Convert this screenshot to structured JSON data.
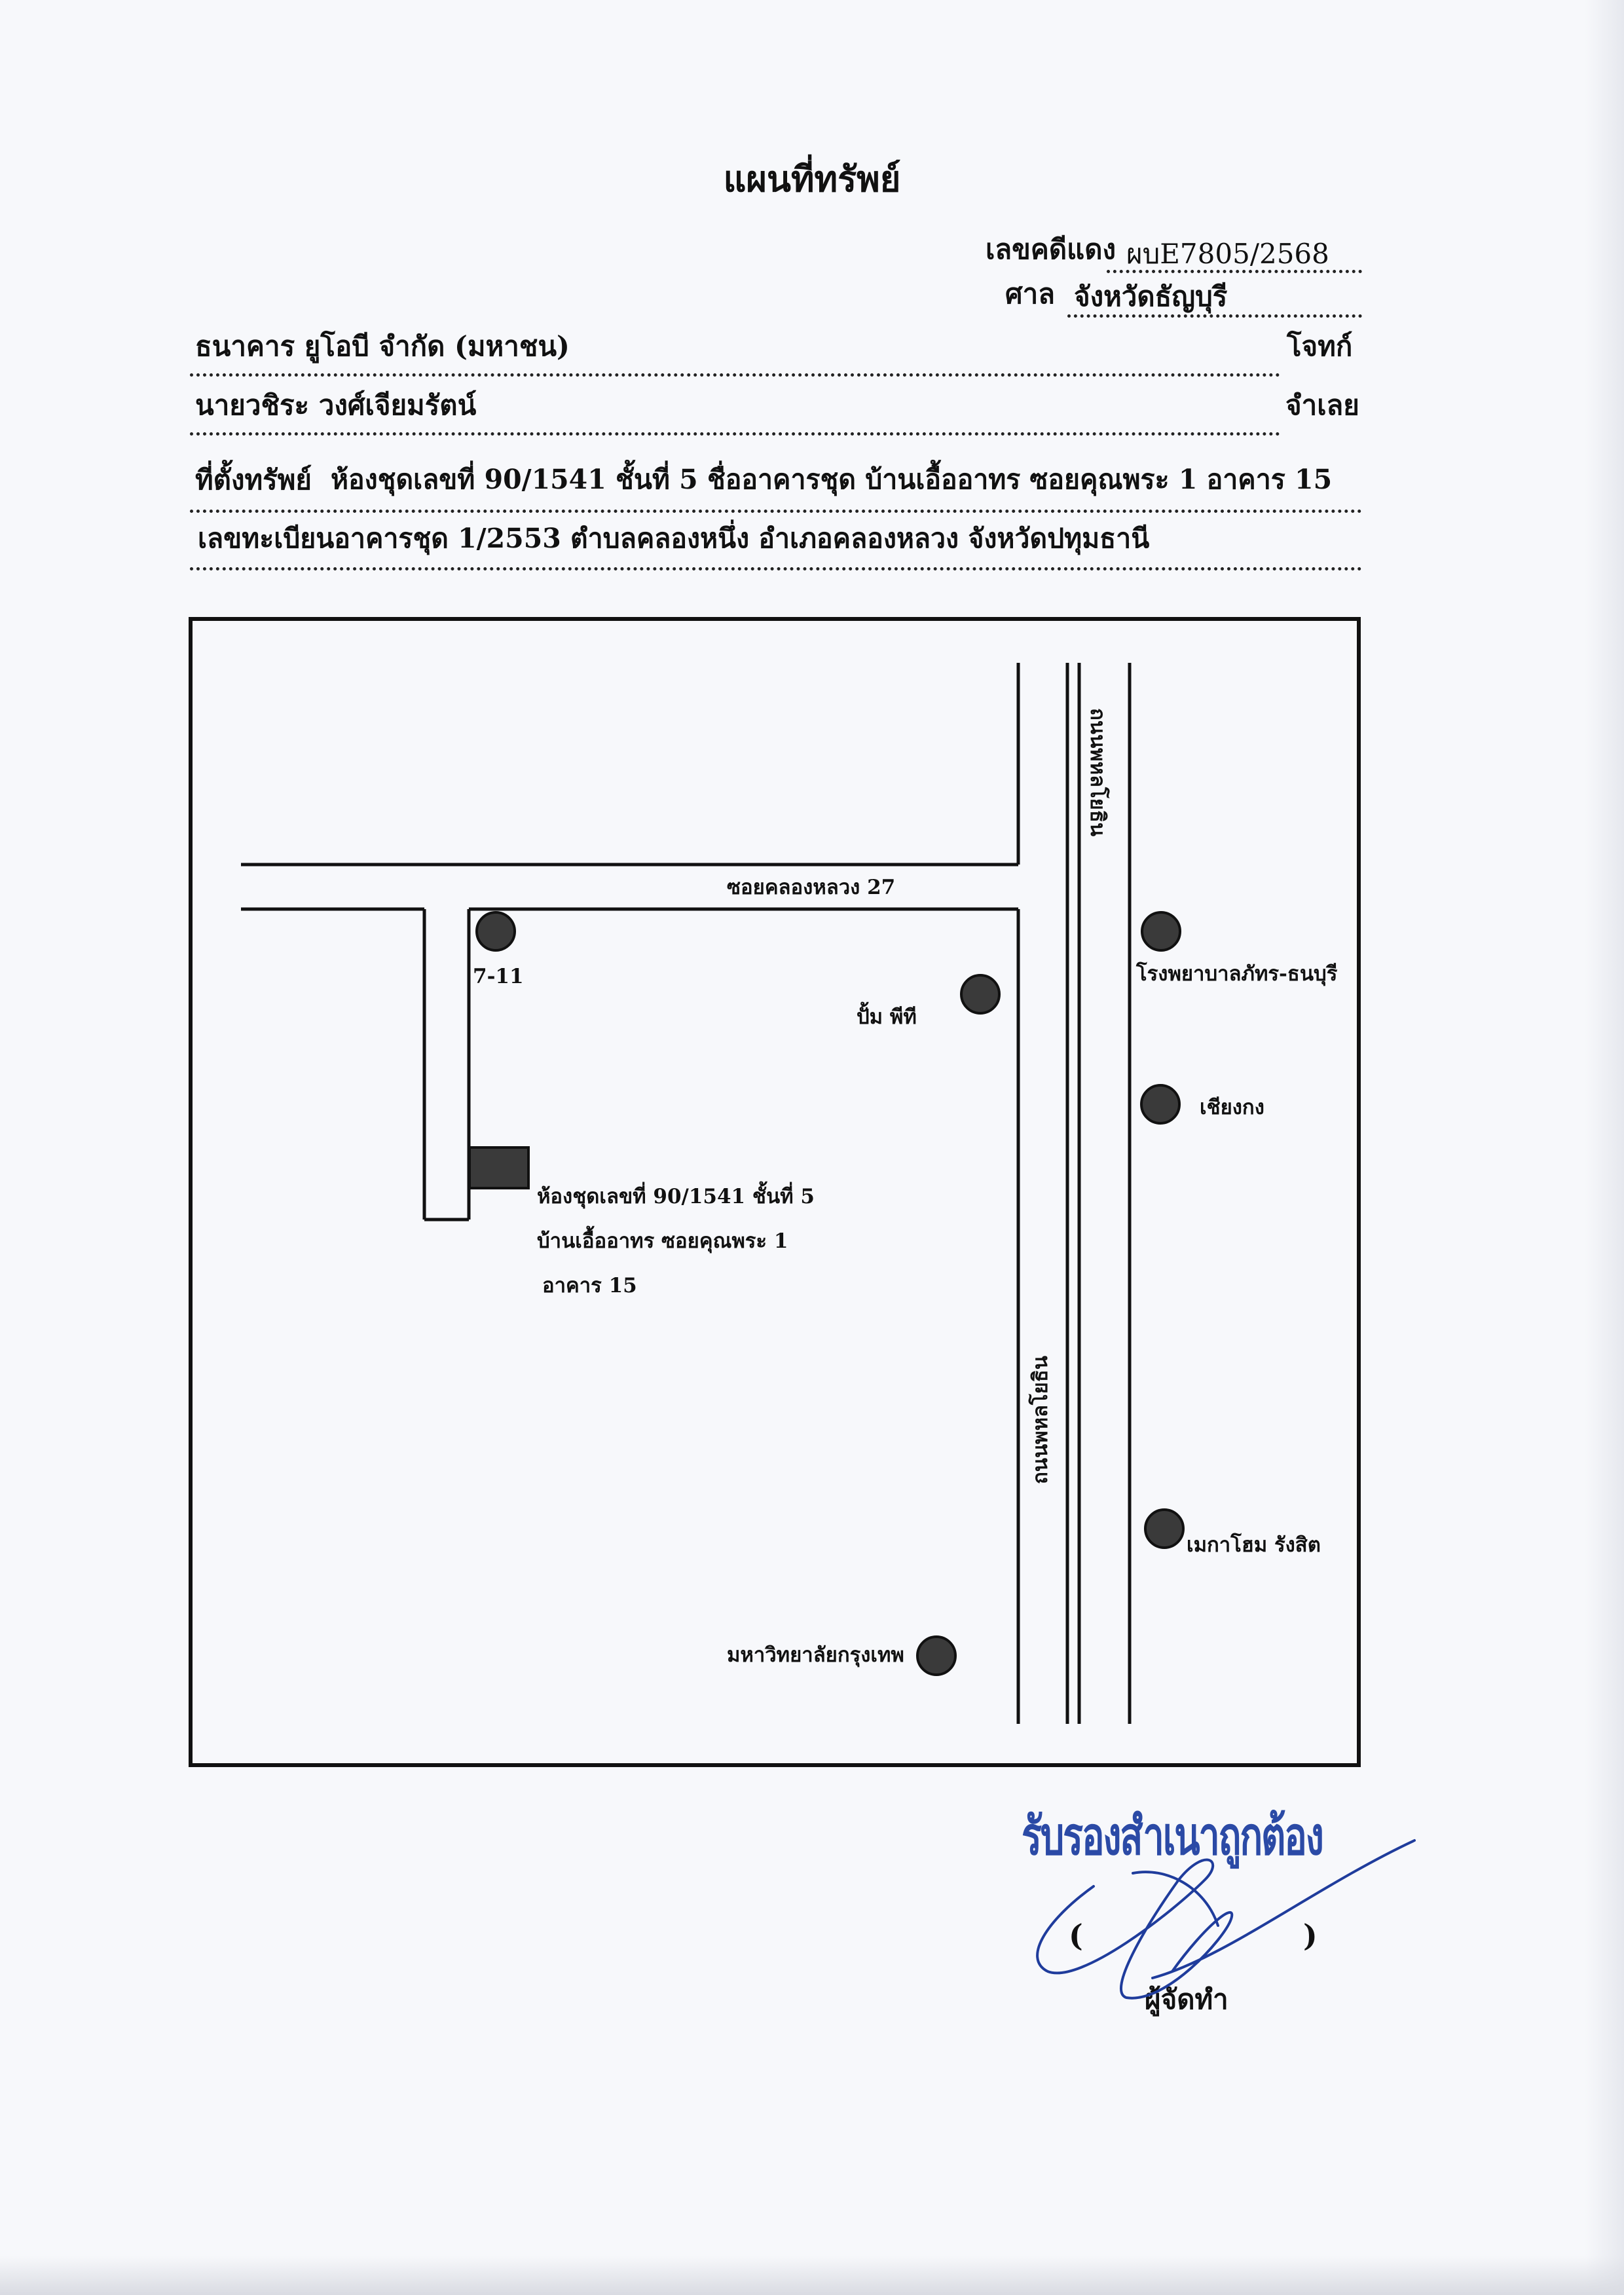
{
  "title": "แผนที่ทรัพย์",
  "case": {
    "red_case_label": "เลขคดีแดง",
    "red_case_no": "ผบE7805/2568",
    "court_label": "ศาล",
    "court_name": "จังหวัดธัญบุรี"
  },
  "parties": {
    "plaintiff_name": "ธนาคาร ยูโอบี จำกัด (มหาชน)",
    "plaintiff_role": "โจทก์",
    "defendant_name": "นายวชิระ  วงศ์เจียมรัตน์",
    "defendant_role": "จำเลย"
  },
  "property": {
    "location_label": "ที่ตั้งทรัพย์",
    "location_line1": "ห้องชุดเลขที่ 90/1541 ชั้นที่ 5  ชื่ออาคารชุด  บ้านเอื้ออาทร ซอยคุณพระ 1  อาคาร 15",
    "location_line2": "เลขทะเบียนอาคารชุด 1/2553  ตำบลคลองหนึ่ง  อำเภอคลองหลวง  จังหวัดปทุมธานี"
  },
  "map": {
    "roads": {
      "soi": "ซอยคลองหลวง 27",
      "main_road_top": "ถนนพหลโยธิน",
      "main_road_bottom": "ถนนพหลโยธิน"
    },
    "landmarks": {
      "seven_eleven": "7-11",
      "ptt_station": "ปั้ม พีที",
      "hospital": "โรงพยาบาลภัทร-ธนบุรี",
      "chiang_kong": "เชียงกง",
      "mega_home": "เมกาโฮม รังสิต",
      "bangkok_university": "มหาวิทยาลัยกรุงเทพ"
    },
    "property_label": {
      "line1": "ห้องชุดเลขที่ 90/1541 ชั้นที่ 5",
      "line2": "บ้านเอื้ออาทร ซอยคุณพระ 1",
      "line3": "อาคาร 15"
    }
  },
  "certification": {
    "stamp_text": "รับรองสำเนาถูกต้อง",
    "paren_open": "(",
    "paren_close": ")",
    "preparer": "ผู้จัดทำ"
  },
  "colors": {
    "ink": "#111111",
    "stamp_blue": "#2b4aa6",
    "marker_gray": "#3a3a3a"
  }
}
